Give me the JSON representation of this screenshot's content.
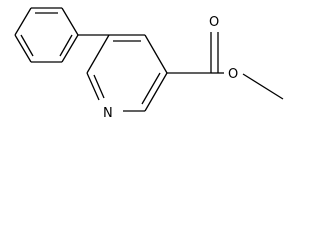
{
  "molecule": {
    "atoms": {
      "nitrogen": "N",
      "carbonyl_oxygen": "O",
      "ester_oxygen": "O"
    },
    "colors": {
      "bond": "#000000",
      "label": "#000000",
      "background": "#ffffff"
    }
  }
}
